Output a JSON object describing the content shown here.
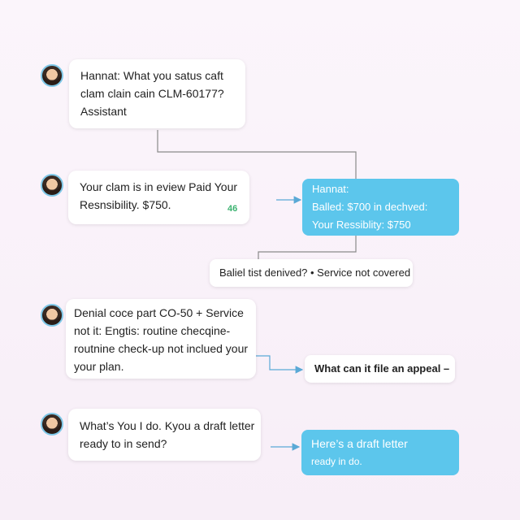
{
  "conversation": {
    "messages": [
      {
        "lines": [
          "Hannat: What you satus caft",
          "clam clain cain CLM-60177?",
          "Assistant"
        ]
      },
      {
        "lines": [
          "Your clam is in eview Paid Your",
          "Resnsibility. $750."
        ],
        "badge": "46"
      },
      {
        "lines": [
          "Denial coce part CO-50 + Service",
          "not it: Engtis: routine checqine-",
          "routnine check-up not inclued your",
          "your plan."
        ]
      },
      {
        "lines": [
          "What’s You I do. Kyou a draft letter",
          "ready to in send?"
        ]
      }
    ],
    "replies": [
      {
        "lines": [
          "Hannat:",
          "Balled: $700 in dechved:",
          "Your Ressiblity: $750"
        ]
      },
      {
        "text": "Baliel tist denived? • Service not covered"
      },
      {
        "text": "What can it file an appeal –"
      },
      {
        "lines": [
          "Here’s a draft letter",
          "ready in do."
        ]
      }
    ]
  },
  "colors": {
    "accent_blue": "#5cc6ec",
    "badge_green": "#3cb371",
    "connector_gray": "#8a8a8a",
    "arrow_blue": "#5aa9d6"
  },
  "icons": {
    "avatar": "user-avatar-icon",
    "badge": "status-badge-icon"
  }
}
